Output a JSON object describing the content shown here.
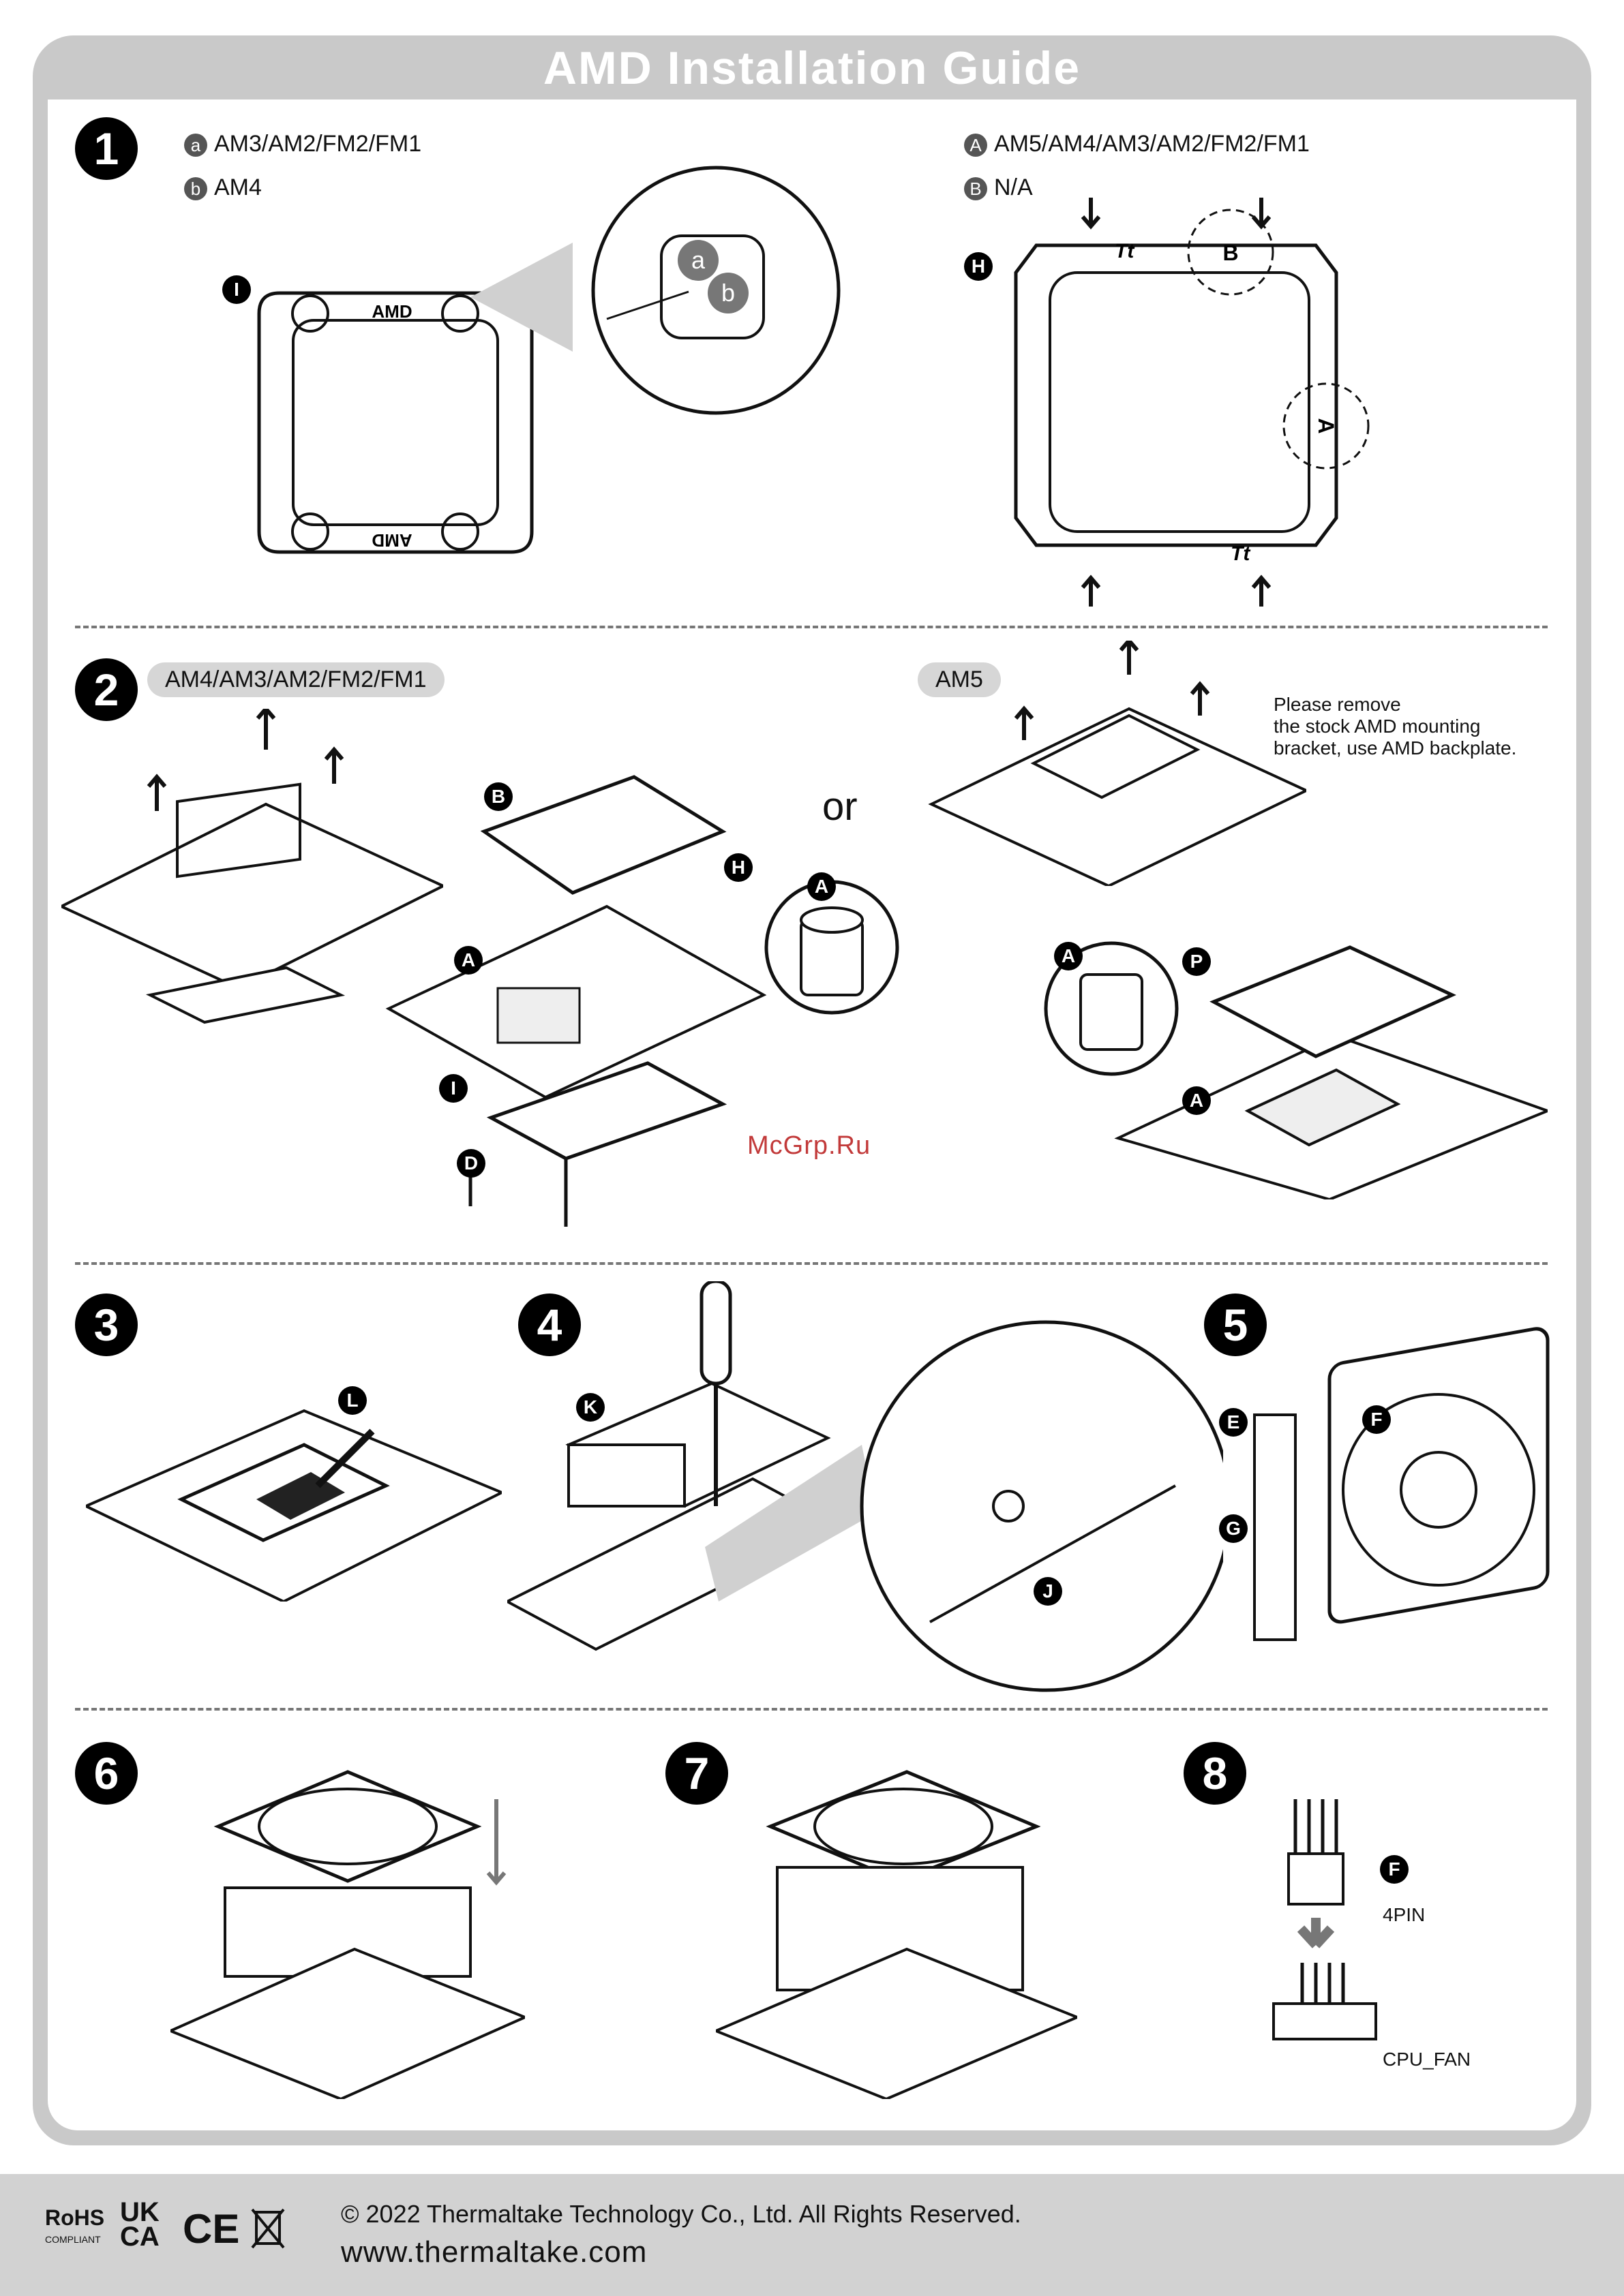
{
  "header": {
    "title": "AMD Installation Guide"
  },
  "steps": [
    "1",
    "2",
    "3",
    "4",
    "5",
    "6",
    "7",
    "8"
  ],
  "step1": {
    "left_options": [
      {
        "marker": "a",
        "text": "AM3/AM2/FM2/FM1"
      },
      {
        "marker": "b",
        "text": "AM4"
      }
    ],
    "right_options": [
      {
        "marker": "A",
        "text": "AM5/AM4/AM3/AM2/FM2/FM1"
      },
      {
        "marker": "B",
        "text": "N/A"
      }
    ],
    "bracket_text": "AMD",
    "part_I": "I",
    "part_H": "H",
    "zoom_a": "a",
    "zoom_b": "b",
    "slot_A": "A",
    "slot_B": "B",
    "logo_tt": "Tt"
  },
  "step2": {
    "left_pill": "AM4/AM3/AM2/FM2/FM1",
    "right_pill": "AM5",
    "or_text": "or",
    "note": "Please remove\nthe stock AMD mounting\nbracket, use AMD backplate.",
    "parts": [
      "B",
      "H",
      "A",
      "I",
      "D",
      "A",
      "P",
      "A"
    ]
  },
  "step3": {
    "part": "L"
  },
  "step4": {
    "parts": [
      "K",
      "J"
    ]
  },
  "step5": {
    "parts": [
      "E",
      "F",
      "G"
    ]
  },
  "step8": {
    "part": "F",
    "connector": "4PIN",
    "header": "CPU_FAN"
  },
  "watermark": "McGrp.Ru",
  "footer": {
    "copyright": "© 2022 Thermaltake Technology Co., Ltd. All Rights Reserved.",
    "website": "www.thermaltake.com",
    "cert_rohs": "RoHS",
    "cert_rohs_sub": "COMPLIANT",
    "cert_ukca_top": "UK",
    "cert_ukca_bottom": "CA",
    "cert_ce": "CE"
  },
  "colors": {
    "frame": "#c9c9c9",
    "footer": "#d2d2d2",
    "watermark": "#c23a3a"
  }
}
